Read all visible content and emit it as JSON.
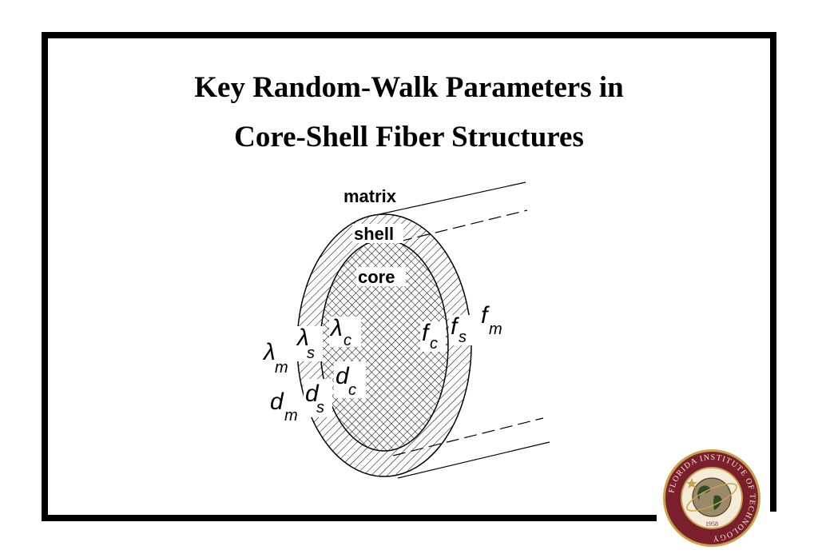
{
  "slide": {
    "title_line1": "Key Random-Walk Parameters in",
    "title_line2": "Core-Shell Fiber Structures"
  },
  "diagram": {
    "labels": {
      "matrix": "matrix",
      "shell": "shell",
      "core": "core"
    },
    "symbols": {
      "lambda_c": {
        "base": "λ",
        "sub": "c"
      },
      "lambda_s": {
        "base": "λ",
        "sub": "s"
      },
      "lambda_m": {
        "base": "λ",
        "sub": "m"
      },
      "f_c": {
        "base": "f",
        "sub": "c"
      },
      "f_s": {
        "base": "f",
        "sub": "s"
      },
      "f_m": {
        "base": "f",
        "sub": "m"
      },
      "d_c": {
        "base": "d",
        "sub": "c"
      },
      "d_s": {
        "base": "d",
        "sub": "s"
      },
      "d_m": {
        "base": "d",
        "sub": "m"
      }
    }
  },
  "seal": {
    "ring_text": "FLORIDA INSTITUTE OF TECHNOLOGY",
    "year": "1958",
    "colors": {
      "ring": "#7a1f2b",
      "gold": "#c8a24a",
      "inner": "#f4ecd8"
    }
  }
}
